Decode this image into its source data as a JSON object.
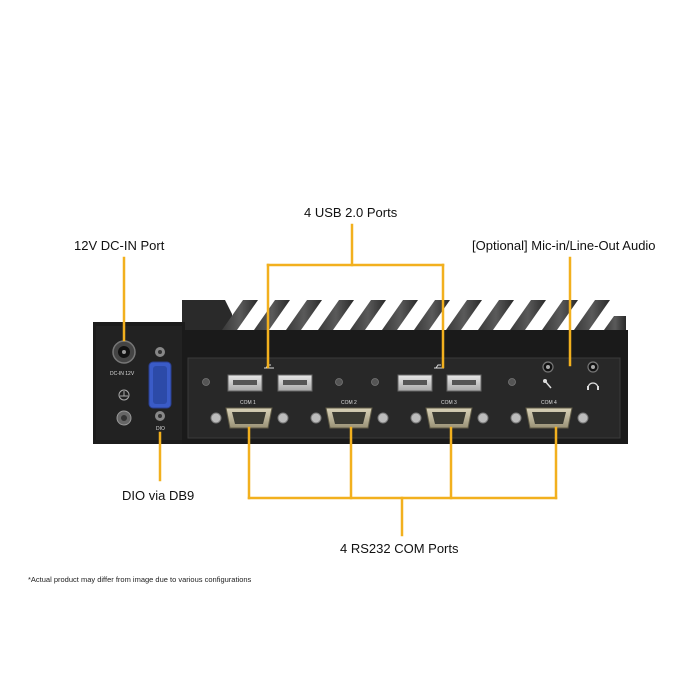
{
  "callouts": {
    "usb": "4 USB 2.0 Ports",
    "dc_in": "12V DC-IN Port",
    "audio": "[Optional] Mic-in/Line-Out Audio",
    "dio": "DIO via DB9",
    "com": "4 RS232 COM Ports"
  },
  "device_labels": {
    "dc_in": "DC-IN 12V",
    "dio": "DIO",
    "com1": "COM 1",
    "com2": "COM 2",
    "com3": "COM 3",
    "com4": "COM 4"
  },
  "footnote": "*Actual product may differ from image due to various configurations",
  "colors": {
    "callout_line": "#F2B01E",
    "chassis": "#1a1a1a",
    "io_panel": "#262626",
    "db9_blue": "#3a5bc7"
  }
}
